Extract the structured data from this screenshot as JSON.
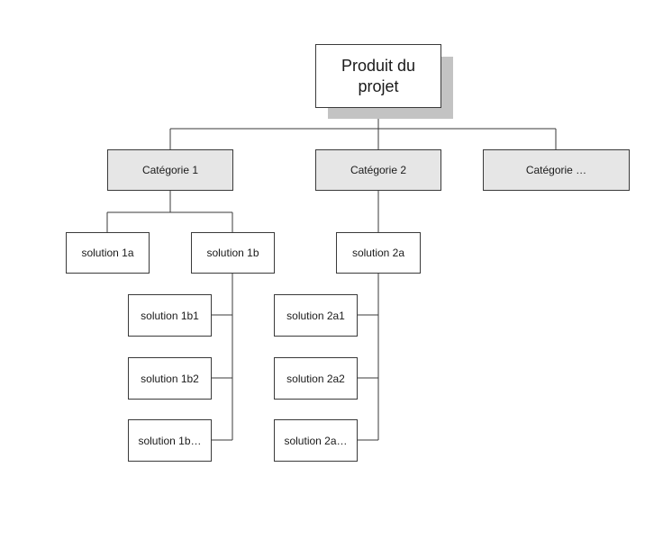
{
  "root": {
    "label": "Produit du projet"
  },
  "categories": [
    {
      "label": "Catégorie 1"
    },
    {
      "label": "Catégorie 2"
    },
    {
      "label": "Catégorie …"
    }
  ],
  "solutions": {
    "s1a": "solution 1a",
    "s1b": "solution 1b",
    "s2a": "solution 2a",
    "s1b1": "solution 1b1",
    "s1b2": "solution 1b2",
    "s1b_more": "solution 1b…",
    "s2a1": "solution 2a1",
    "s2a2": "solution 2a2",
    "s2a_more": "solution 2a…"
  },
  "colors": {
    "border": "#3a3a3a",
    "category_fill": "#e6e6e6",
    "root_shadow": "#c3c3c3",
    "connector": "#3a3a3a"
  }
}
